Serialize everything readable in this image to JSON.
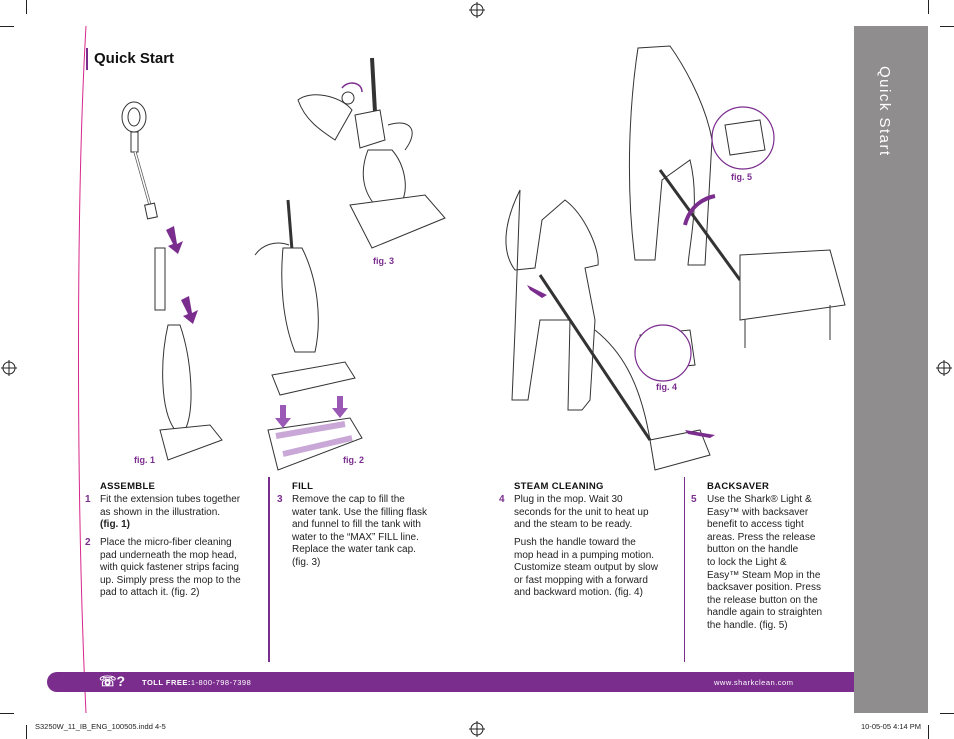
{
  "page": {
    "title": "Quick Start",
    "sidebar_title": "Quick Start"
  },
  "figures": {
    "fig1": "fig. 1",
    "fig2": "fig. 2",
    "fig3": "fig. 3",
    "fig4": "fig. 4",
    "fig5": "fig. 5"
  },
  "columns": {
    "assemble": {
      "heading": "ASSEMBLE",
      "step1_num": "1",
      "step1_lines": [
        "Fit the extension tubes together",
        "as shown in the illustration.",
        "(fig. 1)"
      ],
      "step2_num": "2",
      "step2_lines": [
        "Place the micro-fiber cleaning",
        "pad underneath the mop head,",
        "with quick fastener strips facing",
        "up.  Simply press the mop to the",
        "pad to attach it. (fig. 2)"
      ]
    },
    "fill": {
      "heading": "FILL",
      "step3_num": "3",
      "step3_lines": [
        "Remove the cap to fill the",
        "water tank.  Use the filling flask",
        "and funnel to fill the tank with",
        "water to the “MAX” FILL line.",
        "Replace the water tank cap.",
        "(fig. 3)"
      ]
    },
    "steam": {
      "heading": "STEAM CLEANING",
      "step4_num": "4",
      "step4_lines": [
        "Plug in the mop.  Wait 30",
        "seconds for the unit to heat up",
        "and the steam to be ready."
      ],
      "step4b_lines": [
        "Push the handle toward the",
        "mop head in a pumping motion.",
        "Customize steam output by slow",
        "or fast mopping with a forward",
        "and backward motion. (fig. 4)"
      ]
    },
    "backsaver": {
      "heading": "BACKSAVER",
      "step5_num": "5",
      "step5_lines": [
        "Use the Shark® Light &",
        "Easy™ with backsaver",
        "benefit to access tight",
        "areas.  Press the release",
        "button on the handle",
        "to lock the Light &",
        "Easy™ Steam Mop in the",
        "backsaver position.  Press",
        "the release button on the",
        "handle again to straighten",
        "the handle. (fig. 5)"
      ]
    }
  },
  "footer": {
    "toll_free_label": "TOLL FREE:",
    "phone": "1-800-798-7398",
    "website": "www.sharkclean.com",
    "phone_icon": "phone-help-icon"
  },
  "slug": {
    "file": "S3250W_11_IB_ENG_100505.indd   4-5",
    "date": "10-05-05   4:14 PM"
  },
  "colors": {
    "accent": "#7b2d8e",
    "sidebar": "#8f8d8e"
  }
}
